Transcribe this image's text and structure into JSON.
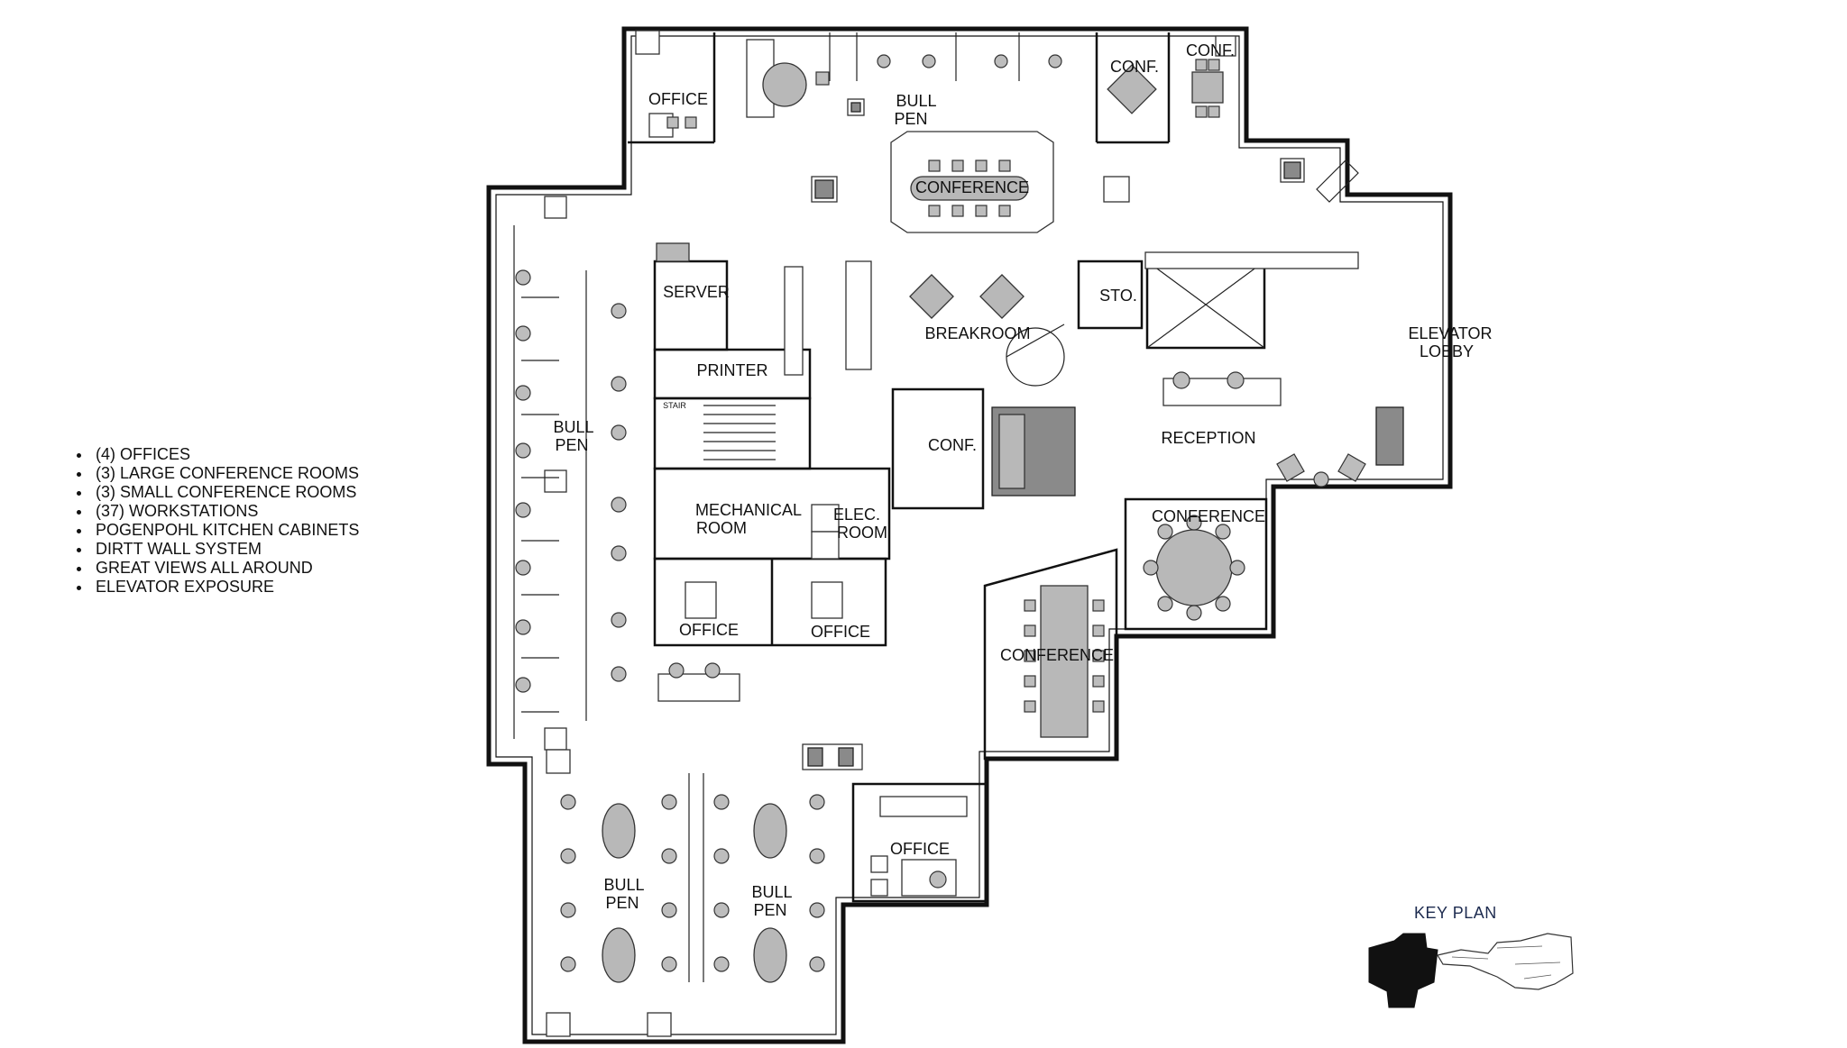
{
  "features": [
    "(4) OFFICES",
    "(3) LARGE CONFERENCE ROOMS",
    "(3) SMALL CONFERENCE ROOMS",
    "(37) WORKSTATIONS",
    "POGENPOHL KITCHEN CABINETS",
    "DIRTT WALL SYSTEM",
    "GREAT VIEWS ALL AROUND",
    "ELEVATOR EXPOSURE"
  ],
  "rooms": {
    "office_nw": "OFFICE",
    "bullpen_n": [
      "BULL",
      "PEN"
    ],
    "conference_n": "CONFERENCE",
    "conf_ne1": "CONF.",
    "conf_ne2": "CONF.",
    "server": "SERVER",
    "printer": "PRINTER",
    "stair": "STAIR",
    "breakroom": "BREAKROOM",
    "sto": "STO.",
    "elevator_lobby": [
      "ELEVATOR",
      "LOBBY"
    ],
    "bullpen_w": [
      "BULL",
      "PEN"
    ],
    "conf_mid": "CONF.",
    "reception": "RECEPTION",
    "mechanical": [
      "MECHANICAL",
      "ROOM"
    ],
    "elec": [
      "ELEC.",
      "ROOM"
    ],
    "office_mid1": "OFFICE",
    "office_mid2": "OFFICE",
    "conference_e": "CONFERENCE",
    "conference_mid": "CONFERENCE",
    "office_s": "OFFICE",
    "bullpen_sw": [
      "BULL",
      "PEN"
    ],
    "bullpen_se": [
      "BULL",
      "PEN"
    ]
  },
  "key_plan_title": "KEY PLAN"
}
